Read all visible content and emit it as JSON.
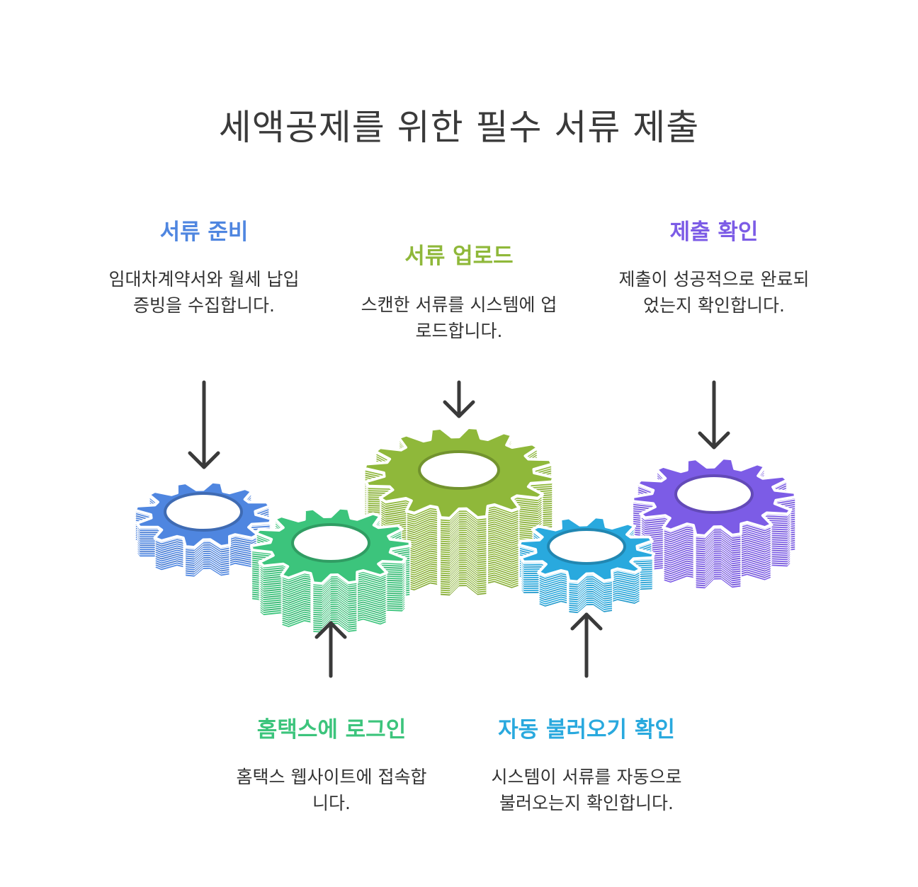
{
  "title": "세액공제를 위한 필수 서류 제출",
  "colors": {
    "blue": "#4f86e0",
    "green": "#3cc47c",
    "lime": "#8fb83a",
    "cyan": "#29a9de",
    "purple": "#7c5ce6",
    "arrow": "#3a3a3a",
    "text": "#333333"
  },
  "steps": [
    {
      "title": "서류 준비",
      "description": "임대차계약서와 월세 납입 증빙을 수집합니다."
    },
    {
      "title": "홈택스에 로그인",
      "description": "홈택스 웹사이트에 접속합니다."
    },
    {
      "title": "서류 업로드",
      "description": "스캔한 서류를 시스템에 업로드합니다."
    },
    {
      "title": "자동 불러오기 확인",
      "description": "시스템이 서류를 자동으로 불러오는지 확인합니다."
    },
    {
      "title": "제출 확인",
      "description": "제출이 성공적으로 완료되었는지 확인합니다."
    }
  ]
}
